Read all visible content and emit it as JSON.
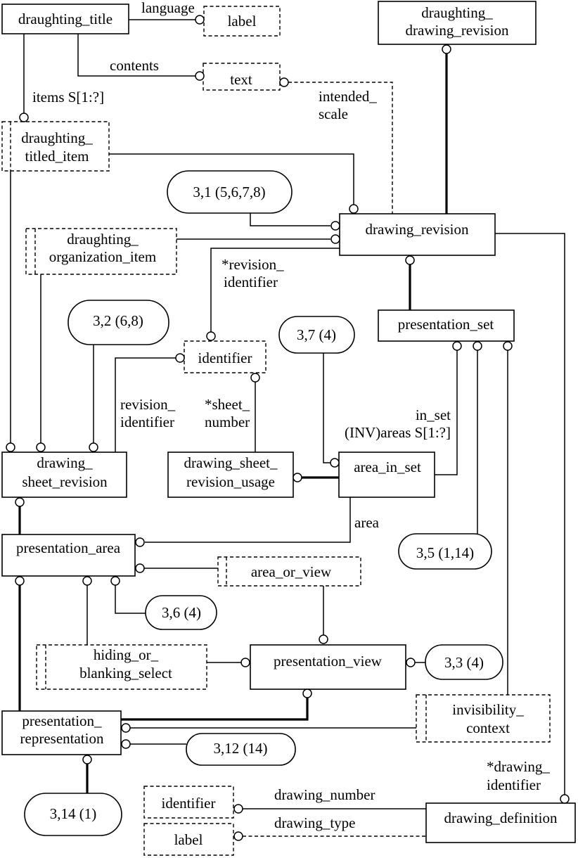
{
  "diagram": {
    "notation": "EXPRESS-G",
    "colors": {
      "line": "#000000",
      "background": "#ffffff"
    },
    "nodes": {
      "draughting_title": {
        "type": "entity",
        "lines": [
          "draughting_title"
        ]
      },
      "label_language": {
        "type": "defined_type",
        "lines": [
          "label"
        ]
      },
      "text": {
        "type": "defined_type",
        "lines": [
          "text"
        ]
      },
      "draughting_titled_item": {
        "type": "select_type",
        "lines": [
          "draughting_",
          "titled_item"
        ]
      },
      "draughting_drawing_revision": {
        "type": "entity",
        "lines": [
          "draughting_",
          "drawing_revision"
        ]
      },
      "ref_3_1": {
        "type": "page_reference",
        "lines": [
          "3,1 (5,6,7,8)"
        ]
      },
      "drawing_revision": {
        "type": "entity",
        "lines": [
          "drawing_revision"
        ]
      },
      "draughting_organization_item": {
        "type": "select_type",
        "lines": [
          "draughting_",
          "organization_item"
        ]
      },
      "ref_3_2": {
        "type": "page_reference",
        "lines": [
          "3,2 (6,8)"
        ]
      },
      "identifier_revision": {
        "type": "defined_type",
        "lines": [
          "identifier"
        ]
      },
      "ref_3_7": {
        "type": "page_reference",
        "lines": [
          "3,7 (4)"
        ]
      },
      "presentation_set": {
        "type": "entity",
        "lines": [
          "presentation_set"
        ]
      },
      "drawing_sheet_revision": {
        "type": "entity",
        "lines": [
          "drawing_",
          "sheet_revision"
        ]
      },
      "drawing_sheet_revision_usage": {
        "type": "entity",
        "lines": [
          "drawing_sheet_",
          "revision_usage"
        ]
      },
      "area_in_set": {
        "type": "entity",
        "lines": [
          "area_in_set"
        ]
      },
      "ref_3_5": {
        "type": "page_reference",
        "lines": [
          "3,5 (1,14)"
        ]
      },
      "presentation_area": {
        "type": "entity",
        "lines": [
          "presentation_area"
        ]
      },
      "area_or_view": {
        "type": "select_type",
        "lines": [
          "area_or_view"
        ]
      },
      "ref_3_6": {
        "type": "page_reference",
        "lines": [
          "3,6 (4)"
        ]
      },
      "hiding_or_blanking_select": {
        "type": "select_type",
        "lines": [
          "hiding_or_",
          "blanking_select"
        ]
      },
      "presentation_view": {
        "type": "entity",
        "lines": [
          "presentation_view"
        ]
      },
      "ref_3_3": {
        "type": "page_reference",
        "lines": [
          "3,3 (4)"
        ]
      },
      "presentation_representation": {
        "type": "entity",
        "lines": [
          "presentation_",
          "representation"
        ]
      },
      "invisibility_context": {
        "type": "select_type",
        "lines": [
          "invisibility_",
          "context"
        ]
      },
      "ref_3_12": {
        "type": "page_reference",
        "lines": [
          "3,12 (14)"
        ]
      },
      "ref_3_14": {
        "type": "page_reference",
        "lines": [
          "3,14 (1)"
        ]
      },
      "identifier_drawing_number": {
        "type": "defined_type",
        "lines": [
          "identifier"
        ]
      },
      "label_drawing_type": {
        "type": "defined_type",
        "lines": [
          "label"
        ]
      },
      "drawing_definition": {
        "type": "entity",
        "lines": [
          "drawing_definition"
        ]
      }
    },
    "relations": {
      "language": {
        "lines": [
          "language"
        ],
        "from": "draughting_title",
        "to": "label"
      },
      "contents": {
        "lines": [
          "contents"
        ],
        "from": "draughting_title",
        "to": "text"
      },
      "items": {
        "lines": [
          "items S[1:?]"
        ],
        "from": "draughting_title",
        "to": "draughting_titled_item"
      },
      "intended_scale": {
        "lines": [
          "intended_",
          "scale"
        ],
        "from": "drawing_revision",
        "to": "text",
        "optional": true
      },
      "revision_identifier_star": {
        "lines": [
          "*revision_",
          "identifier"
        ],
        "from": "drawing_revision",
        "to": "identifier"
      },
      "revision_identifier": {
        "lines": [
          "revision_",
          "identifier"
        ],
        "from": "drawing_sheet_revision",
        "to": "identifier"
      },
      "sheet_number": {
        "lines": [
          "*sheet_",
          "number"
        ],
        "from": "drawing_sheet_revision_usage",
        "to": "identifier"
      },
      "in_set": {
        "lines": [
          "in_set",
          "(INV)areas S[1:?]"
        ],
        "from": "area_in_set",
        "to": "presentation_set"
      },
      "area": {
        "lines": [
          "area"
        ],
        "from": "area_in_set",
        "to": "presentation_area"
      },
      "drawing_identifier": {
        "lines": [
          "*drawing_",
          "identifier"
        ],
        "from": "drawing_revision",
        "to": "drawing_definition"
      },
      "drawing_number": {
        "lines": [
          "drawing_number"
        ],
        "from": "drawing_definition",
        "to": "identifier"
      },
      "drawing_type": {
        "lines": [
          "drawing_type"
        ],
        "from": "drawing_definition",
        "to": "label",
        "optional": true
      }
    }
  }
}
